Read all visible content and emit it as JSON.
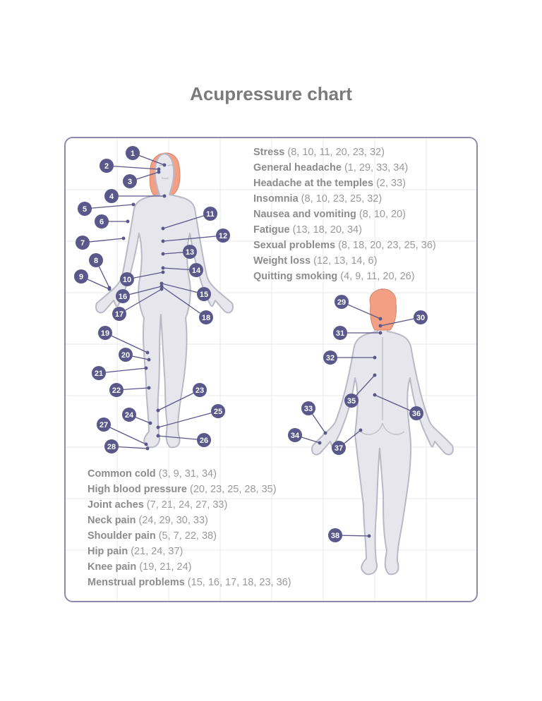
{
  "title": "Acupressure chart",
  "colors": {
    "accent": "#5a578a",
    "body": "#e6e6ec",
    "outline": "#b9b9c6",
    "hair": "#f29f83",
    "frame": "#8d8aad",
    "text": "#9a9a9a"
  },
  "legend_top": [
    {
      "name": "Stress",
      "points": "(8, 10, 11, 20, 23, 32)"
    },
    {
      "name": "General headache",
      "points": "(1, 29, 33, 34)"
    },
    {
      "name": "Headache at the temples",
      "points": "(2, 33)"
    },
    {
      "name": "Insomnia",
      "points": "(8, 10, 23, 25, 32)"
    },
    {
      "name": "Nausea and vomiting",
      "points": "(8, 10, 20)"
    },
    {
      "name": "Fatigue",
      "points": "(13, 18, 20, 34)"
    },
    {
      "name": "Sexual problems",
      "points": "(8, 18, 20, 23, 25, 36)"
    },
    {
      "name": "Weight loss",
      "points": "(12, 13, 14, 6)"
    },
    {
      "name": "Quitting smoking",
      "points": "(4, 9, 11, 20, 26)"
    }
  ],
  "legend_bottom": [
    {
      "name": "Common cold",
      "points": "(3, 9, 31, 34)"
    },
    {
      "name": "High blood pressure",
      "points": "(20, 23, 25, 28, 35)"
    },
    {
      "name": "Joint aches",
      "points": "(7, 21, 24, 27, 33)"
    },
    {
      "name": "Neck pain",
      "points": "(24, 29, 30, 33)"
    },
    {
      "name": "Shoulder pain",
      "points": "(5, 7, 22, 38)"
    },
    {
      "name": "Hip pain",
      "points": "(21, 24, 37)"
    },
    {
      "name": "Knee pain",
      "points": "(19, 21, 24)"
    },
    {
      "name": "Menstrual problems",
      "points": "(15, 16, 17, 18, 23, 36)"
    }
  ],
  "markers": [
    "1",
    "2",
    "3",
    "4",
    "5",
    "6",
    "7",
    "8",
    "9",
    "10",
    "11",
    "12",
    "13",
    "14",
    "15",
    "16",
    "17",
    "18",
    "19",
    "20",
    "21",
    "22",
    "23",
    "24",
    "25",
    "26",
    "27",
    "28",
    "29",
    "30",
    "31",
    "32",
    "33",
    "34",
    "35",
    "36",
    "37",
    "38"
  ]
}
